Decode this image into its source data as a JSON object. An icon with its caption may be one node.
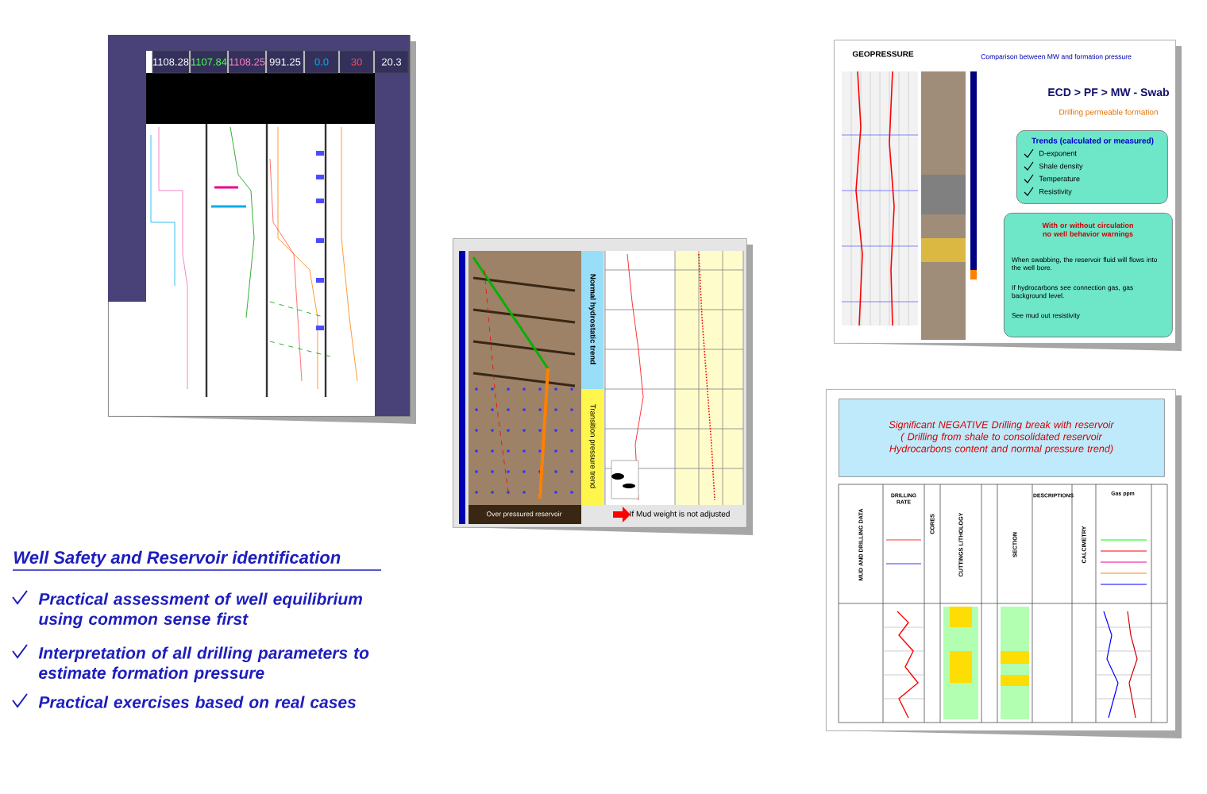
{
  "diagram": {
    "nodes": [
      {
        "text": [
          "1108.28",
          "1107.84",
          "1108.25",
          "991.25",
          "0.0",
          "30",
          "20.3"
        ]
      },
      {
        "text": [
          "Normal hydrostatic trend",
          "Transition pressure trend",
          "Over pressured reservoir",
          "If Mud weight is not adjusted"
        ]
      },
      {
        "text": [
          "GEOPRESSURE",
          "Comparison between MW and formation pressure",
          "ECD > PF > MW - Swab",
          "Drilling permeable formation"
        ]
      },
      {
        "text": [
          "Trends (calculated or measured)",
          "D-exponent",
          "Shale density",
          "Temperature",
          "Resistivity"
        ],
        "in": 2
      },
      {
        "text": [
          "With or without circulation no well behavior warnings",
          "When swabbing, the reservoir fluid will flows into the well bore.",
          "If hydrocarbons see connection gas, gas background level.",
          "See mud out resistivity"
        ],
        "in": 2
      },
      {
        "text": [
          "MUD AND DRILLING DATA",
          "DRILLING RATE",
          "CORES",
          "CUTTINGS LITHOLOGY",
          "SECTION",
          "DESCRIPTIONS",
          "CALCIMETRY",
          "Gas ppm"
        ]
      },
      {
        "text": [
          "Significant NEGATIVE Drilling break with reservoir ( Drilling from shale to consolidated reservoir Hydrocarbons content and normal pressure trend)"
        ],
        "in": 5
      }
    ],
    "edges": [],
    "labels": [
      "Well Safety and Reservoir identification",
      "Practical assessment of well equilibrium using common sense first",
      "Interpretation of all drilling parameters to estimate formation pressure",
      "Practical exercises based on real cases"
    ]
  }
}
